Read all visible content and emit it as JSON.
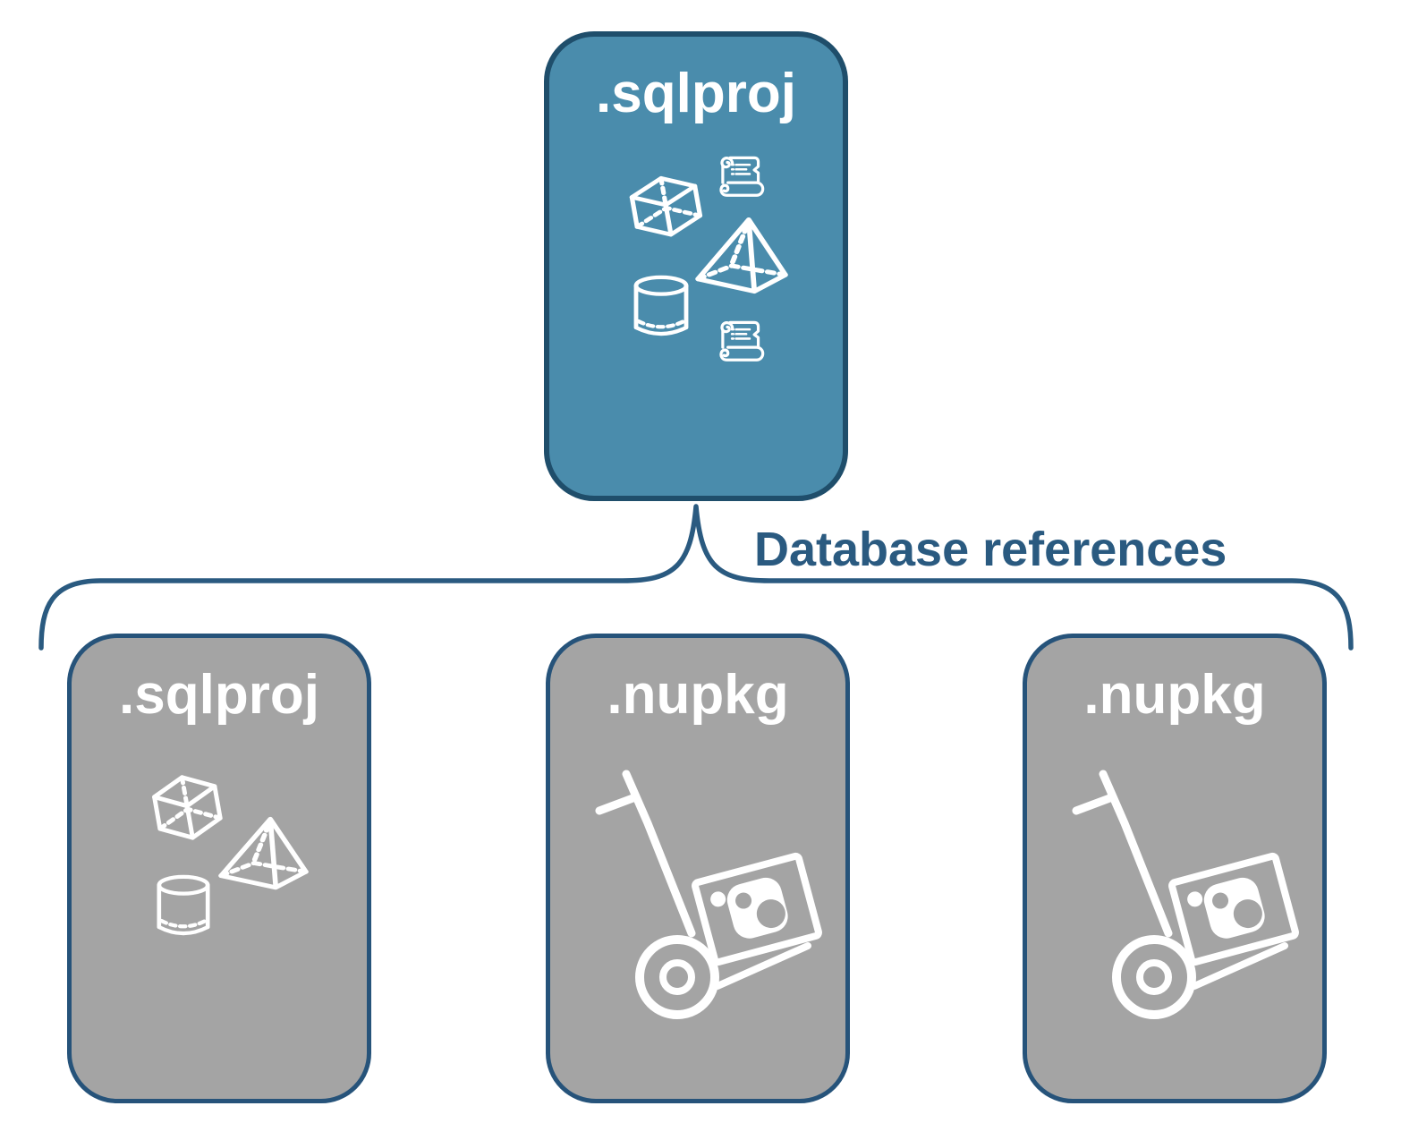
{
  "edge": {
    "label": "Database references"
  },
  "nodes": {
    "root": {
      "label": ".sqlproj",
      "icons": [
        "scroll-icon",
        "cube-icon",
        "pyramid-icon",
        "cylinder-icon",
        "scroll-icon"
      ]
    },
    "children": [
      {
        "label": ".sqlproj",
        "icons": [
          "cube-icon",
          "pyramid-icon",
          "cylinder-icon"
        ]
      },
      {
        "label": ".nupkg",
        "icons": [
          "hand-truck-nuget-package-icon"
        ]
      },
      {
        "label": ".nupkg",
        "icons": [
          "hand-truck-nuget-package-icon"
        ]
      }
    ]
  },
  "colors": {
    "background": "#FFFFFF",
    "root_fill": "#4A8CAC",
    "child_fill": "#A4A4A4",
    "node_border": "#1F4E6B",
    "connector": "#2A5A80",
    "edge_label_text": "#2A5A80",
    "title_text": "#FFFFFF",
    "icon_stroke": "#FFFFFF"
  }
}
